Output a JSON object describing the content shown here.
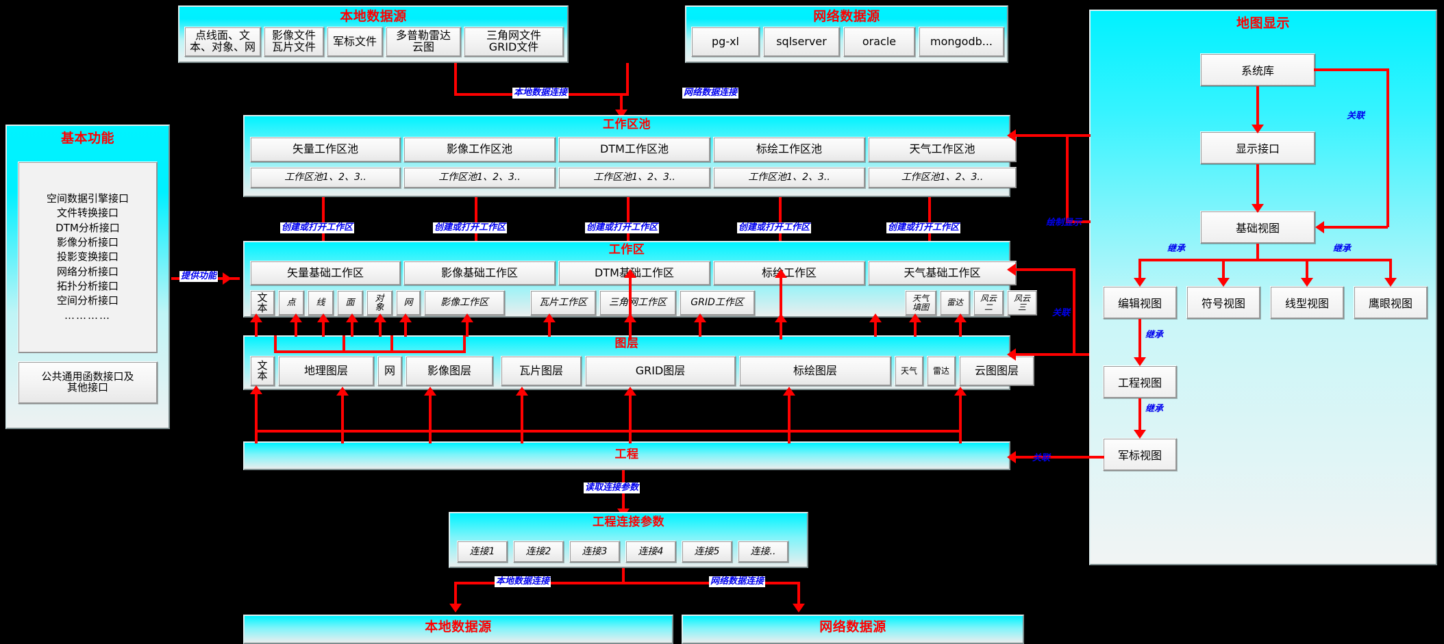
{
  "local_source_top": {
    "title": "本地数据源",
    "items": [
      "点线面、文\n本、对象、网",
      "影像文件\n瓦片文件",
      "军标文件",
      "多普勒雷达\n云图",
      "三角网文件\nGRID文件"
    ]
  },
  "net_source_top": {
    "title": "网络数据源",
    "items": [
      "pg-xl",
      "sqlserver",
      "oracle",
      "mongodb..."
    ]
  },
  "basic_functions": {
    "title": "基本功能",
    "interfaces": [
      "空间数据引擎接口",
      "文件转换接口",
      "DTM分析接口",
      "影像分析接口",
      "投影变换接口",
      "网络分析接口",
      "拓扑分析接口",
      "空间分析接口",
      "…………"
    ],
    "footer": "公共通用函数接口及\n其他接口"
  },
  "workspace_pool": {
    "title": "工作区池",
    "pools": [
      "矢量工作区池",
      "影像工作区池",
      "DTM工作区池",
      "标绘工作区池",
      "天气工作区池"
    ],
    "sub": [
      "工作区池1、2、3..",
      "工作区池1、2、3..",
      "工作区池1、2、3..",
      "工作区池1、2、3..",
      "工作区池1、2、3.."
    ]
  },
  "workspace": {
    "title": "工作区",
    "groups": [
      "矢量基础工作区",
      "影像基础工作区",
      "DTM基础工作区",
      "标绘工作区",
      "天气基础工作区"
    ],
    "chips": [
      "文\n本",
      "点",
      "线",
      "面",
      "对\n象",
      "网",
      "影像工作区",
      "瓦片工作区",
      "三角网工作区",
      "GRID工作区",
      "天气\n填图",
      "雷达",
      "风云\n二",
      "风云\n三"
    ]
  },
  "layers": {
    "title": "图层",
    "items": [
      "文\n本",
      "地理图层",
      "网",
      "影像图层",
      "瓦片图层",
      "GRID图层",
      "标绘图层",
      "天气",
      "雷达",
      "云图图层"
    ]
  },
  "project": {
    "title": "工程"
  },
  "project_params": {
    "title": "工程连接参数",
    "items": [
      "连接1",
      "连接2",
      "连接3",
      "连接4",
      "连接5",
      "连接.."
    ]
  },
  "local_source_bottom": {
    "title": "本地数据源"
  },
  "net_source_bottom": {
    "title": "网络数据源"
  },
  "map_display": {
    "title": "地图显示",
    "nodes": {
      "system_lib": "系统库",
      "display_if": "显示接口",
      "base_view": "基础视图",
      "edit_view": "编辑视图",
      "symbol_view": "符号视图",
      "line_view": "线型视图",
      "eagle_view": "鹰眼视图",
      "project_view": "工程视图",
      "milmark_view": "军标视图"
    }
  },
  "edge_labels": {
    "local_conn": "本地数据连接",
    "net_conn": "网络数据连接",
    "create_open_ws": "创建或打开工作区",
    "provide_func": "提供功能",
    "draw_display": "绘制显示",
    "assoc": "关联",
    "inherit": "继承",
    "read_conn_params": "读取连接参数"
  },
  "colors": {
    "title_red": "#ff0000",
    "edge_blue": "#0000ee",
    "panel_cyan": "#00f3ff",
    "bg": "#000000"
  }
}
